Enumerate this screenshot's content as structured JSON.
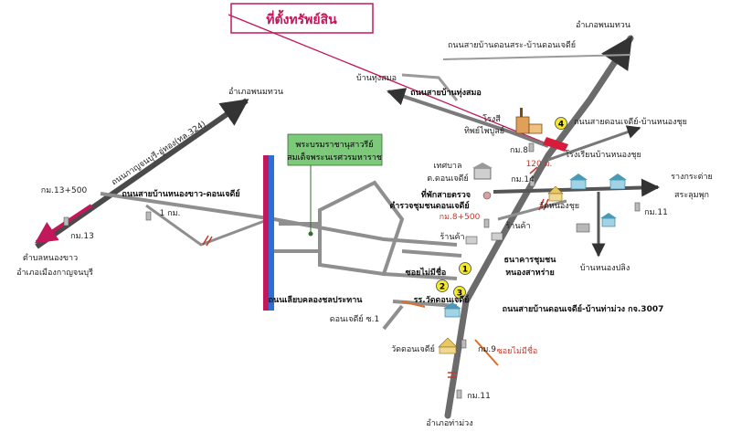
{
  "title": "ที่ตั้งทรัพย์สิน",
  "colors": {
    "road_dark": "#4a4a4a",
    "road_light": "#8f8f8f",
    "arrow_red": "#c2185b",
    "property_red": "#d81b3a",
    "canal_blue": "#2e6fd6",
    "marker_yellow": "#f2e830",
    "label_box_green": "#7dc97a"
  },
  "labels": {
    "amphoe_phanom_thuan_top": "อำเภอพนมทวน",
    "road_don_sa": "ถนนสายบ้านดอนสระ-บ้านดอนเจดีย์",
    "ban_thung_samo": "บ้านทุ่งสมอ",
    "road_thung_samo": "ถนนสายบ้านทุ่งสมอ",
    "factory": "โรงสี",
    "factory_name": "ทิพย์ไพบูลย์",
    "road_nong_chui": "ถนนสายดอนเจดีย์-บ้านหนองชุย",
    "km8": "กม.8",
    "km8_500": "กม.8+500",
    "km14": "กม.14",
    "dist_120m": "120 ม.",
    "school_nong_chui": "โรงเรียนบ้านหนองชุย",
    "wat_nong_chui": "วัดหนองชุย",
    "rang_kradai": "รางกระต่าย",
    "sa_lum_phuk": "สระลุมพุก",
    "km11_right": "กม.11",
    "amphoe_phanom_thuan_left": "อำเภอพนมทวน",
    "road_kanchanaburi": "ถนนกาญจนบุรี-อู่ทอง(ทล.324)",
    "monument_line1": "พระบรมราชานุสาวรีย์",
    "monument_line2": "สมเด็จพระนเรศวรมหาราช",
    "thetsaban_line1": "เทศบาล",
    "thetsaban_line2": "ต.ดอนเจดีย์",
    "police_line1": "ที่พักสายตรวจ",
    "police_line2": "ตำรวจชุมชนดอนเจดีย์",
    "km13_500": "กม.13+500",
    "road_nong_khao": "ถนนสายบ้านหนองขาว-ดอนเจดีย์",
    "km1": "1 กม.",
    "km13": "กม.13",
    "shop1": "ร้านค้า",
    "shop2": "ร้านค้า",
    "bank_line1": "ธนาคารชุมชน",
    "bank_line2": "หนองสาหร่าย",
    "ban_nong_pling": "บ้านหนองปลิง",
    "tambon_nong_khao": "ตำบลหนองขาว",
    "amphoe_mueang": "อำเภอเมืองกาญจนบุรี",
    "soi_mai_mi_chue_1": "ซอยไม่มีชื่อ",
    "school_wat": "รร.วัดดอนเจดีย์",
    "road_tha_muang": "ถนนสายบ้านดอนเจดีย์-บ้านท่าม่วง กจ.3007",
    "road_canal": "ถนนเลียบคลองชลประทาน",
    "don_chedi_soi1": "ดอนเจดีย์ ซ.1",
    "wat_don_chedi": "วัดดอนเจดีย์",
    "km9": "กม.9",
    "soi_mai_mi_chue_2": "ซอยไม่มีชื่อ",
    "km11_bottom": "กม.11",
    "amphoe_tha_muang": "อำเภอท่าม่วง",
    "marker1": "1",
    "marker2": "2",
    "marker3": "3",
    "marker4": "4"
  }
}
